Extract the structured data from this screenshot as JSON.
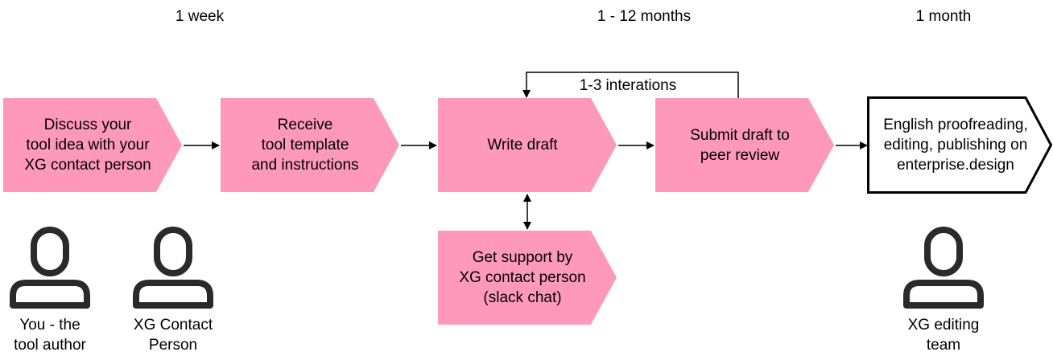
{
  "timings": {
    "phase1": "1 week",
    "phase2": "1 - 12 months",
    "phase3": "1 month"
  },
  "steps": {
    "discuss": "Discuss your\ntool idea with your\nXG contact person",
    "receive": "Receive\ntool template\nand instructions",
    "write": "Write draft",
    "submit": "Submit draft to\npeer review",
    "english": "English proofreading,\nediting, publishing on\nenterprise.design",
    "support": "Get support by\nXG contact person\n(slack chat)"
  },
  "loop_label": "1-3 interations",
  "people": {
    "author": "You - the\ntool author",
    "contact": "XG Contact\nPerson",
    "editing": "XG editing\nteam"
  },
  "colors": {
    "step_fill": "#ff99bb",
    "final_fill": "#ffffff",
    "stroke": "#000000",
    "icon": "#2a2a2a"
  },
  "icons": [
    "person-icon",
    "arrow-right-icon",
    "double-arrow-icon"
  ]
}
